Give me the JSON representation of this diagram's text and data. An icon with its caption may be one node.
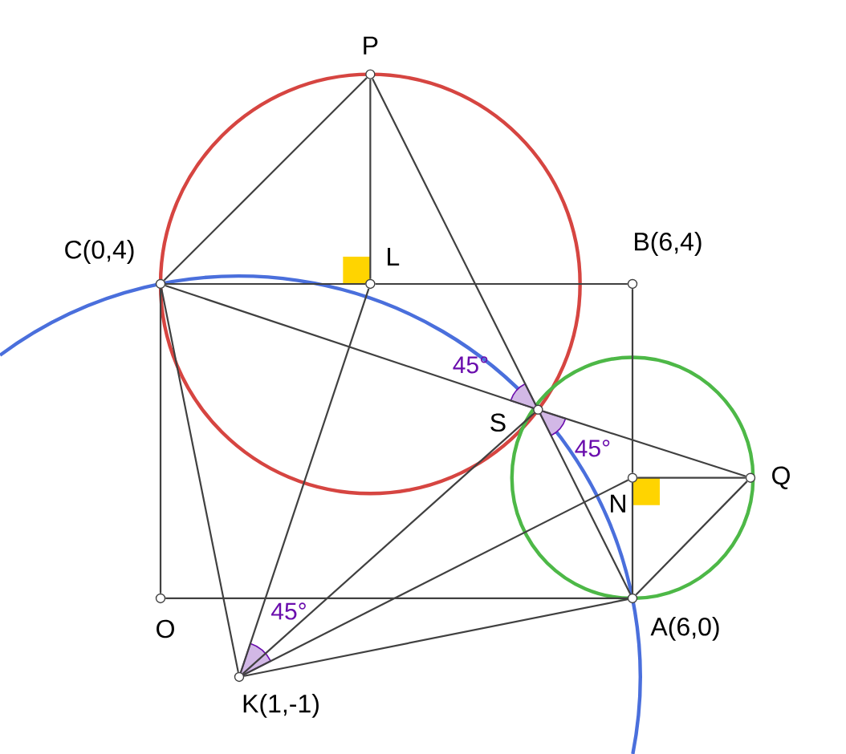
{
  "diagram": {
    "nodes": [
      {
        "text": [
          "P"
        ]
      },
      {
        "text": [
          "C(0,4)"
        ]
      },
      {
        "text": [
          "L"
        ]
      },
      {
        "text": [
          "B(6,4)"
        ]
      },
      {
        "text": [
          "S"
        ]
      },
      {
        "text": [
          "N"
        ]
      },
      {
        "text": [
          "Q"
        ]
      },
      {
        "text": [
          "O"
        ]
      },
      {
        "text": [
          "A(6,0)"
        ]
      },
      {
        "text": [
          "K(1,-1)"
        ]
      }
    ],
    "edges": [
      {
        "from": 0,
        "to": 1,
        "arrow": "none"
      },
      {
        "from": 0,
        "to": 2,
        "arrow": "none"
      },
      {
        "from": 0,
        "to": 4,
        "arrow": "none"
      },
      {
        "from": 4,
        "to": 8,
        "arrow": "none"
      },
      {
        "from": 1,
        "to": 2,
        "arrow": "none"
      },
      {
        "from": 2,
        "to": 3,
        "arrow": "none"
      },
      {
        "from": 1,
        "to": 7,
        "arrow": "none"
      },
      {
        "from": 7,
        "to": 8,
        "arrow": "none"
      },
      {
        "from": 3,
        "to": 5,
        "arrow": "none"
      },
      {
        "from": 5,
        "to": 8,
        "arrow": "none"
      },
      {
        "from": 1,
        "to": 4,
        "arrow": "none"
      },
      {
        "from": 4,
        "to": 6,
        "arrow": "none"
      },
      {
        "from": 5,
        "to": 6,
        "arrow": "none"
      },
      {
        "from": 6,
        "to": 8,
        "arrow": "none"
      },
      {
        "from": 9,
        "to": 1,
        "arrow": "none"
      },
      {
        "from": 9,
        "to": 2,
        "arrow": "none"
      },
      {
        "from": 9,
        "to": 4,
        "arrow": "none"
      },
      {
        "from": 9,
        "to": 5,
        "arrow": "none"
      },
      {
        "from": 9,
        "to": 8,
        "arrow": "none"
      }
    ],
    "labels": [
      "45°",
      "45°",
      "45°"
    ]
  }
}
